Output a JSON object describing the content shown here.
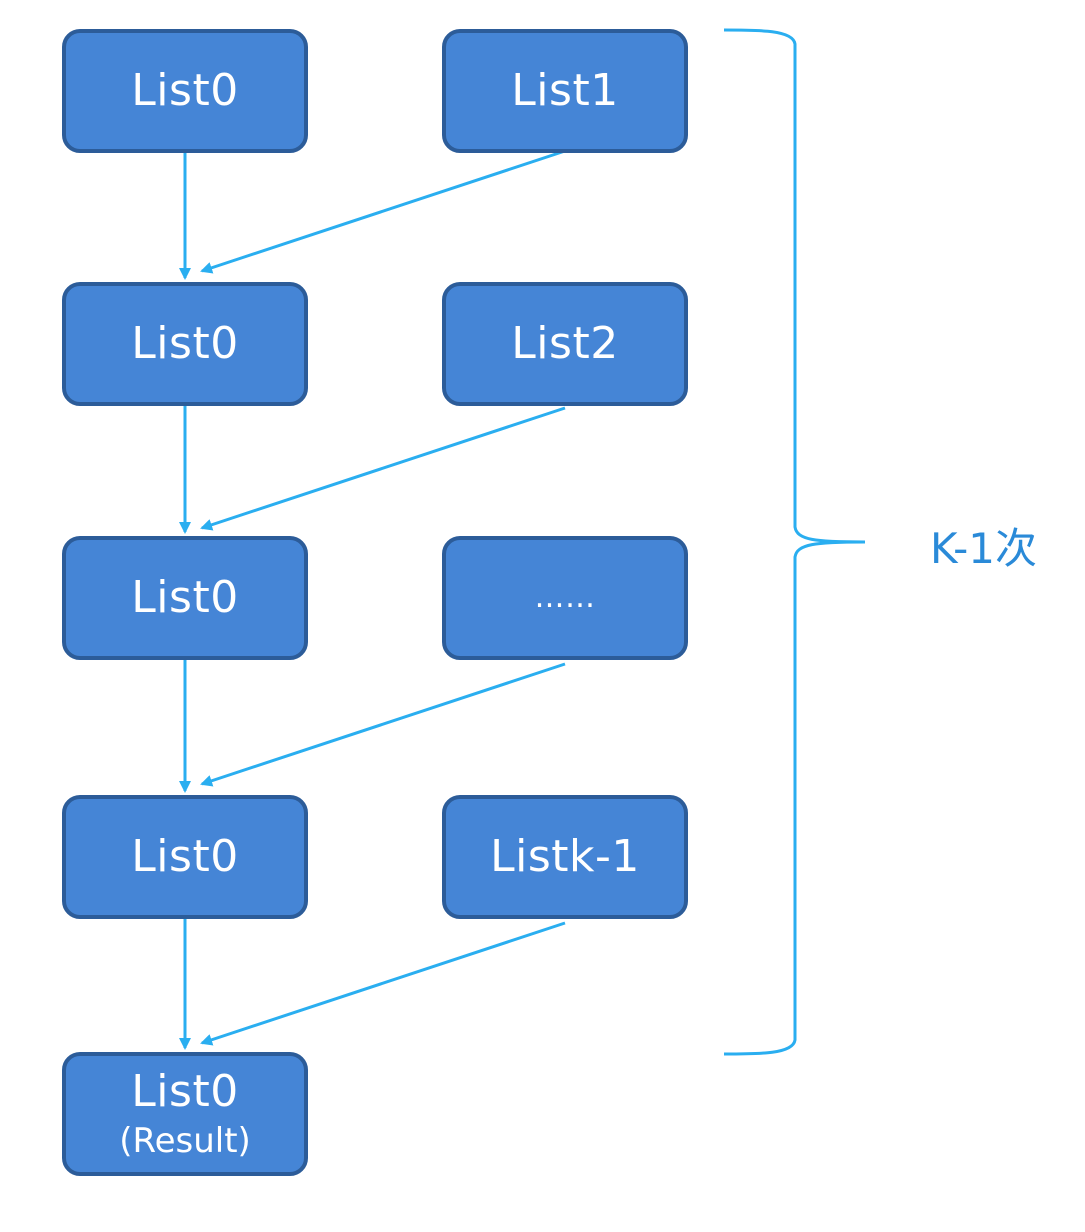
{
  "diagram": {
    "left_column": [
      {
        "label": "List0"
      },
      {
        "label": "List0"
      },
      {
        "label": "List0"
      },
      {
        "label": "List0"
      },
      {
        "label": "List0",
        "sublabel": "(Result)"
      }
    ],
    "right_column": [
      {
        "label": "List1"
      },
      {
        "label": "List2"
      },
      {
        "label": "……"
      },
      {
        "label": "Listk-1"
      }
    ],
    "bracket_label": "K-1次",
    "colors": {
      "node_fill": "#4585d6",
      "node_border": "#2c5c99",
      "arrow": "#2aaef0",
      "bracket": "#2aaef0",
      "label_text": "#2a8ad8"
    }
  }
}
